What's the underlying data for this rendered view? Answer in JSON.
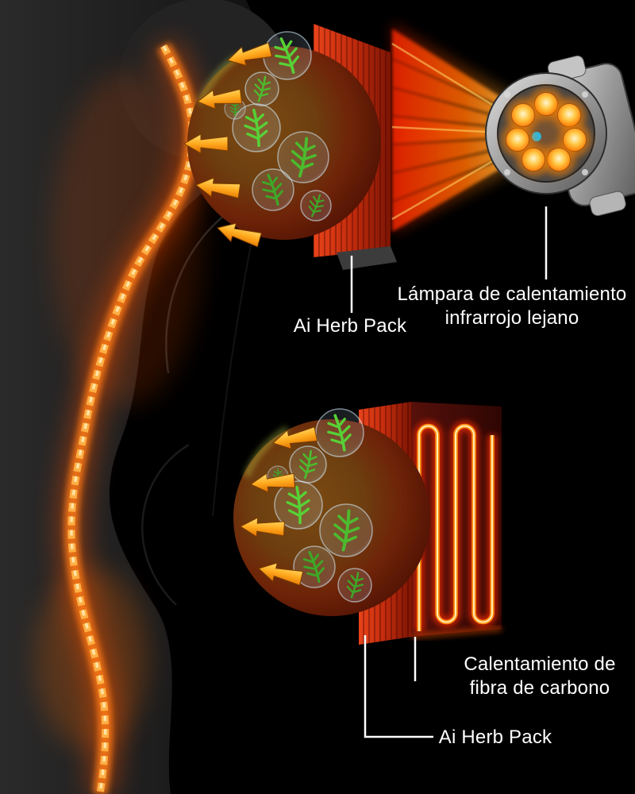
{
  "callouts": {
    "top_herb_pack": {
      "label": "Ai Herb Pack"
    },
    "infrared_lamp": {
      "label_line1": "Lámpara de calentamiento",
      "label_line2": "infrarrojo lejano"
    },
    "carbon_fiber": {
      "label_line1": "Calentamiento de",
      "label_line2": "fibra de carbono"
    },
    "bottom_herb_pack": {
      "label": "Ai Herb Pack"
    }
  },
  "colors": {
    "background": "#000000",
    "heat_orange": "#ff8a00",
    "ray_red": "#ff2d00",
    "herb_green": "#46b82e",
    "label_text": "#ffffff"
  }
}
